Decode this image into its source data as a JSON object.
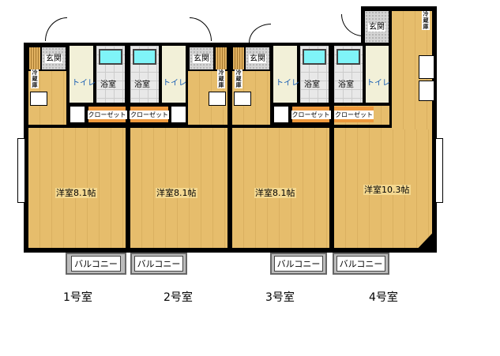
{
  "units": [
    {
      "name": "1号室",
      "room": "洋室8.1帖",
      "genkan": "玄関",
      "toilet": "トイレ",
      "bath": "浴室",
      "closet": "クローゼット",
      "balcony": "バルコニー",
      "fridge": "冷蔵庫"
    },
    {
      "name": "2号室",
      "room": "洋室8.1帖",
      "genkan": "玄関",
      "toilet": "トイレ",
      "bath": "浴室",
      "closet": "クローゼット",
      "balcony": "バルコニー",
      "fridge": "冷蔵庫"
    },
    {
      "name": "3号室",
      "room": "洋室8.1帖",
      "genkan": "玄関",
      "toilet": "トイレ",
      "bath": "浴室",
      "closet": "クローゼット",
      "balcony": "バルコニー",
      "fridge": "冷蔵庫"
    },
    {
      "name": "4号室",
      "room": "洋室10.3帖",
      "genkan": "玄関",
      "toilet": "トイレ",
      "bath": "浴室",
      "closet": "クローゼット",
      "balcony": "バルコニー",
      "fridge": "冷蔵庫"
    }
  ]
}
